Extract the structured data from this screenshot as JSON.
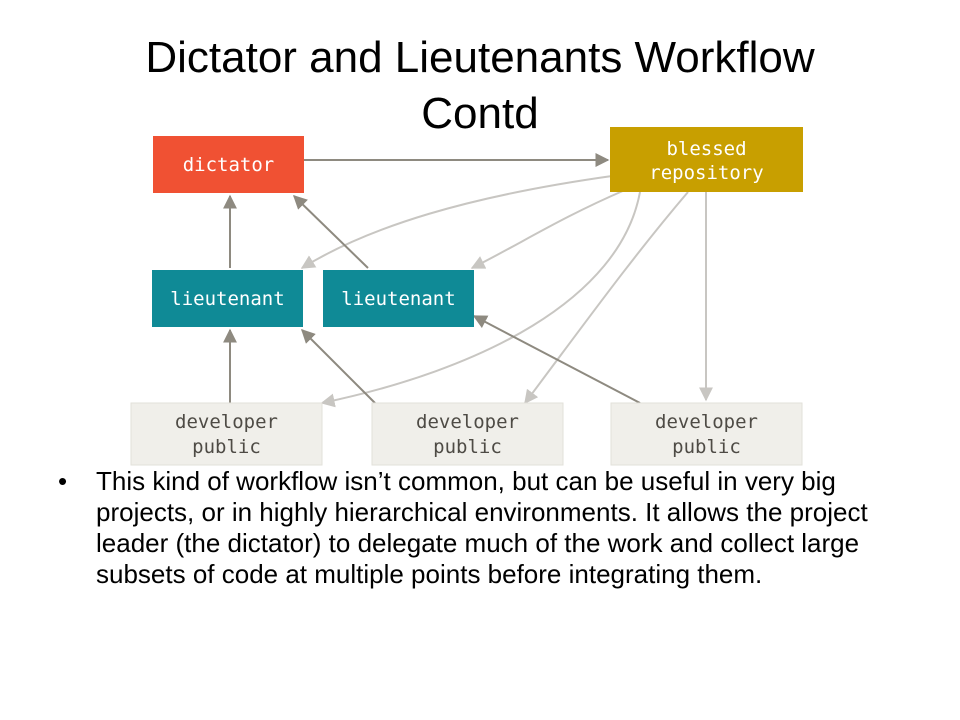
{
  "slide": {
    "title_line1": "Dictator and Lieutenants Workflow",
    "title_line2": "Contd"
  },
  "diagram": {
    "nodes": {
      "dictator": "dictator",
      "blessed_line1": "blessed",
      "blessed_line2": "repository",
      "lieutenant_left": "lieutenant",
      "lieutenant_right": "lieutenant",
      "dev1_line1": "developer",
      "dev1_line2": "public",
      "dev2_line1": "developer",
      "dev2_line2": "public",
      "dev3_line1": "developer",
      "dev3_line2": "public"
    },
    "colors": {
      "dictator": "#f05133",
      "blessed": "#c89f00",
      "lieutenant": "#0f8a96",
      "developer_fill": "#f0efea",
      "developer_text": "#4e4b45",
      "push_arrow": "#8e8a80",
      "pull_arrow": "#c8c6c2"
    }
  },
  "body": {
    "bullet": "•",
    "text": "This kind of workflow isn’t common, but can be useful in very big projects, or in highly hierarchical environments. It allows the project leader (the dictator) to delegate much of the work and collect large subsets of code at multiple points before integrating them."
  }
}
